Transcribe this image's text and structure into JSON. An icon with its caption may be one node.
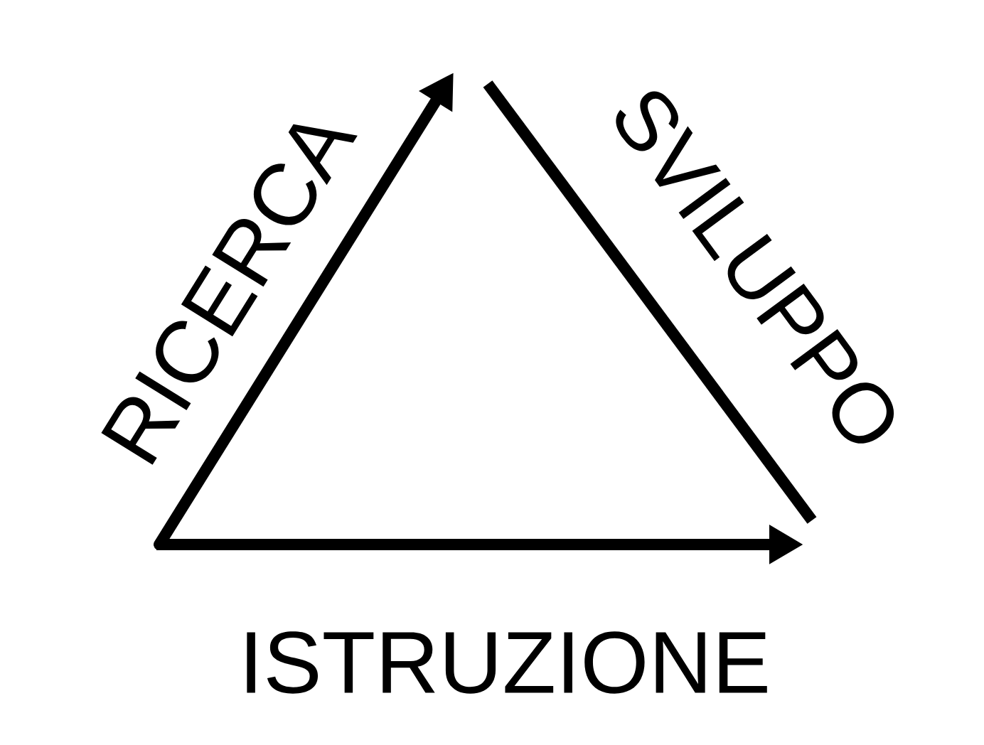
{
  "diagram": {
    "labels": [
      "RICERCA",
      "SVILUPPO",
      "ISTRUZIONE"
    ]
  }
}
